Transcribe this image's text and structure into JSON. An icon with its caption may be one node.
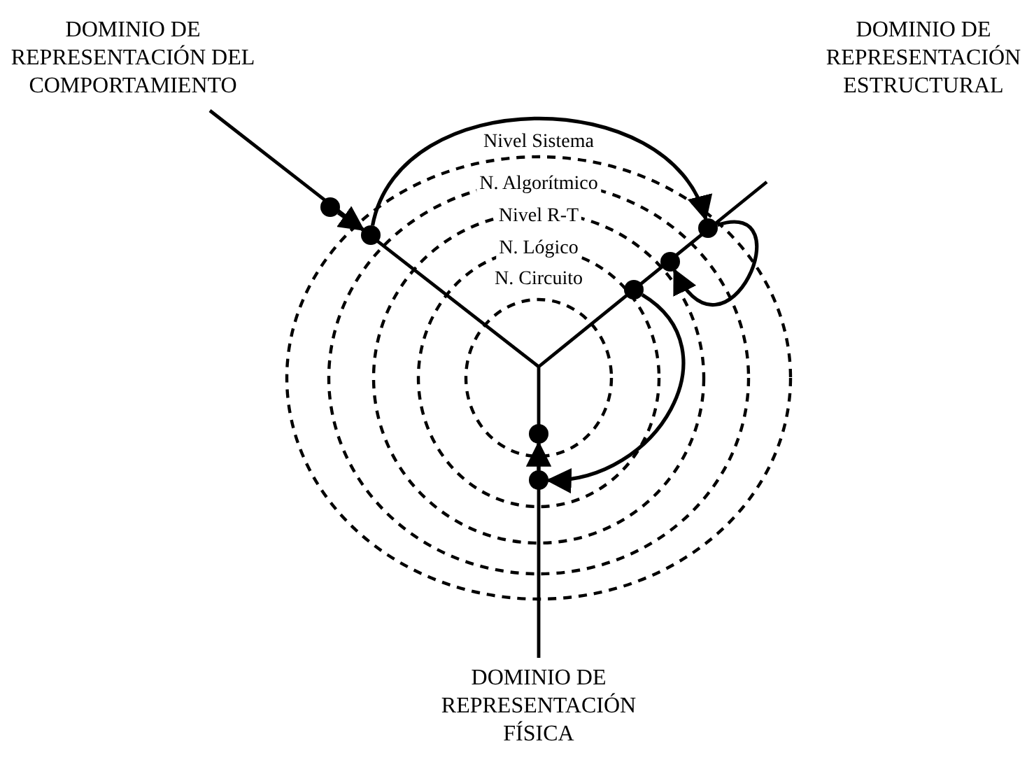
{
  "diagram": {
    "nodes": [
      {
        "text": [],
        "shape": "circle"
      },
      {
        "text": [],
        "shape": "circle"
      },
      {
        "text": [],
        "shape": "circle"
      },
      {
        "text": [],
        "shape": "circle"
      },
      {
        "text": [],
        "shape": "circle"
      },
      {
        "text": [],
        "shape": "circle"
      },
      {
        "text": [],
        "shape": "circle"
      }
    ],
    "edges": [
      {
        "from": 0,
        "to": 1,
        "arrow": "to"
      },
      {
        "from": 1,
        "to": 2,
        "arrow": "to"
      },
      {
        "from": 2,
        "to": 3,
        "arrow": "to"
      },
      {
        "from": 4,
        "to": 6,
        "arrow": "to"
      },
      {
        "from": 6,
        "to": 5,
        "arrow": "to"
      }
    ],
    "labels": [
      "DOMINIO DE REPRESENTACIÓN DEL COMPORTAMIENTO",
      "DOMINIO DE REPRESENTACIÓN ESTRUCTURAL",
      "Nivel Sistema",
      "N. Algorítmico",
      "Nivel R-T",
      "N. Lógico",
      "N. Circuito",
      "DOMINIO DE REPRESENTACIÓN FÍSICA"
    ]
  }
}
